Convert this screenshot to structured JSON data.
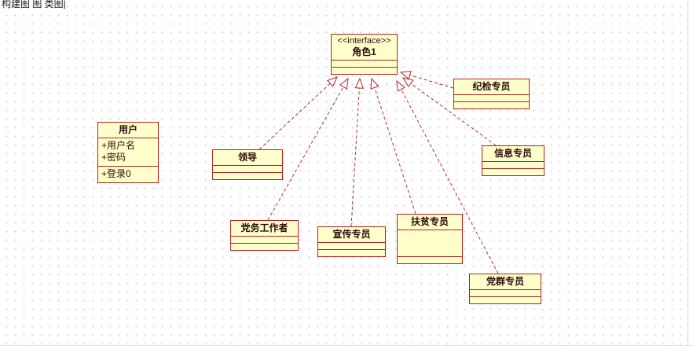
{
  "header": {
    "breadcrumb": "构建图 图 类图|"
  },
  "diagram": {
    "interface": {
      "stereotype": "<<interface>>",
      "name": "角色1"
    },
    "user_class": {
      "name": "用户",
      "attributes": [
        "+用户名",
        "+密码"
      ],
      "operations": [
        "+登录0"
      ]
    },
    "classes": [
      {
        "name": "领导"
      },
      {
        "name": "党务工作者"
      },
      {
        "name": "宣传专员"
      },
      {
        "name": "扶贫专员"
      },
      {
        "name": "党群专员"
      },
      {
        "name": "纪检专员"
      },
      {
        "name": "信息专员"
      }
    ],
    "colors": {
      "box_fill": "#ffffcc",
      "box_border": "#b22222",
      "connector": "#b03030"
    }
  }
}
